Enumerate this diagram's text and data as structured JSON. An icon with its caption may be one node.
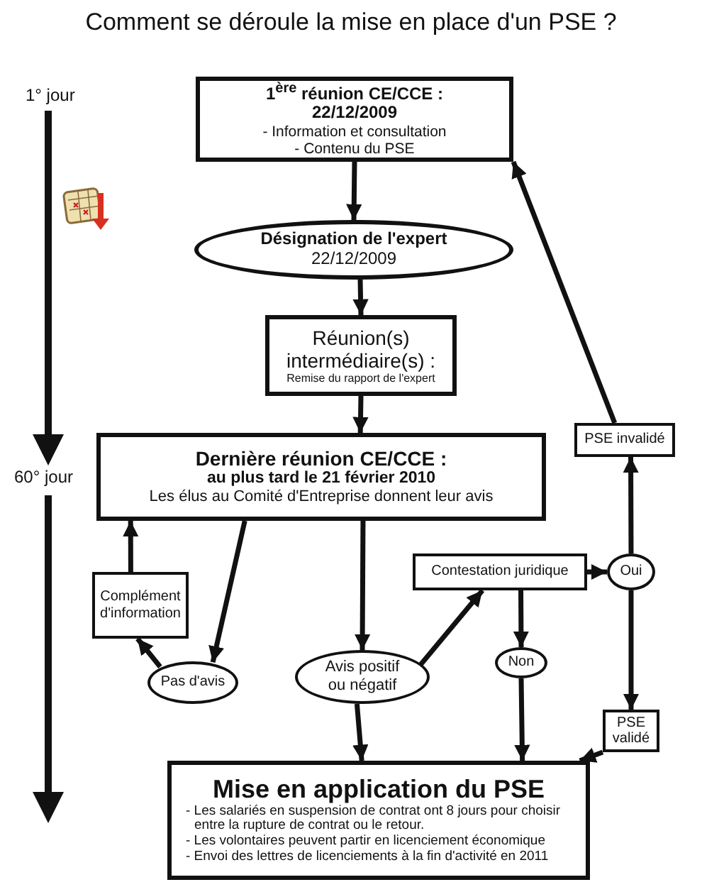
{
  "diagram": {
    "title": "Comment se déroule la mise en place d'un PSE ?",
    "nodes": [
      {
        "text": [
          "1$^{ère}$ réunion CE/CCE : 22/12/2009",
          "- Information et consultation",
          "- Contenu du PSE"
        ]
      },
      {
        "text": [
          "Désignation de l'expert",
          "22/12/2009"
        ]
      },
      {
        "text": [
          "Réunion(s) intermédiaire(s) :",
          "Remise du rapport de l'expert"
        ]
      },
      {
        "text": [
          "Dernière réunion CE/CCE :",
          "au plus tard le 21 février 2010",
          "Les élus au Comité d'Entreprise donnent leur avis"
        ]
      },
      {
        "text": [
          "PSE invalidé"
        ]
      },
      {
        "text": [
          "Complément d'information"
        ]
      },
      {
        "text": [
          "Contestation juridique"
        ]
      },
      {
        "text": [
          "Oui"
        ]
      },
      {
        "text": [
          "Pas d'avis"
        ]
      },
      {
        "text": [
          "Avis positif ou négatif"
        ]
      },
      {
        "text": [
          "Non"
        ]
      },
      {
        "text": [
          "PSE validé"
        ]
      },
      {
        "text": [
          "Mise en application du PSE",
          "- Les salariés en suspension de contrat ont 8 jours pour choisir entre la rupture de contrat ou le retour.",
          "- Les volontaires peuvent partir en licenciement économique",
          "- Envoi des lettres de licenciements à la fin d'activité en 2011"
        ]
      }
    ],
    "edges": [
      {
        "from": 0,
        "to": 1,
        "arrow": "to"
      },
      {
        "from": 1,
        "to": 2,
        "arrow": "to"
      },
      {
        "from": 2,
        "to": 3,
        "arrow": "to"
      },
      {
        "from": 3,
        "to": 8,
        "arrow": "to"
      },
      {
        "from": 3,
        "to": 9,
        "arrow": "to"
      },
      {
        "from": 5,
        "to": 3,
        "arrow": "to"
      },
      {
        "from": 8,
        "to": 5,
        "arrow": "to"
      },
      {
        "from": 9,
        "to": 6,
        "arrow": "to"
      },
      {
        "from": 6,
        "to": 7,
        "arrow": "to"
      },
      {
        "from": 6,
        "to": 10,
        "arrow": "to"
      },
      {
        "from": 7,
        "to": 4,
        "arrow": "to"
      },
      {
        "from": 4,
        "to": 0,
        "arrow": "to"
      },
      {
        "from": 7,
        "to": 11,
        "arrow": "to"
      },
      {
        "from": 9,
        "to": 12,
        "arrow": "to"
      },
      {
        "from": 10,
        "to": 12,
        "arrow": "to"
      },
      {
        "from": 11,
        "to": 12,
        "arrow": "to"
      }
    ],
    "labels": [
      "1° jour",
      "60° jour"
    ]
  }
}
